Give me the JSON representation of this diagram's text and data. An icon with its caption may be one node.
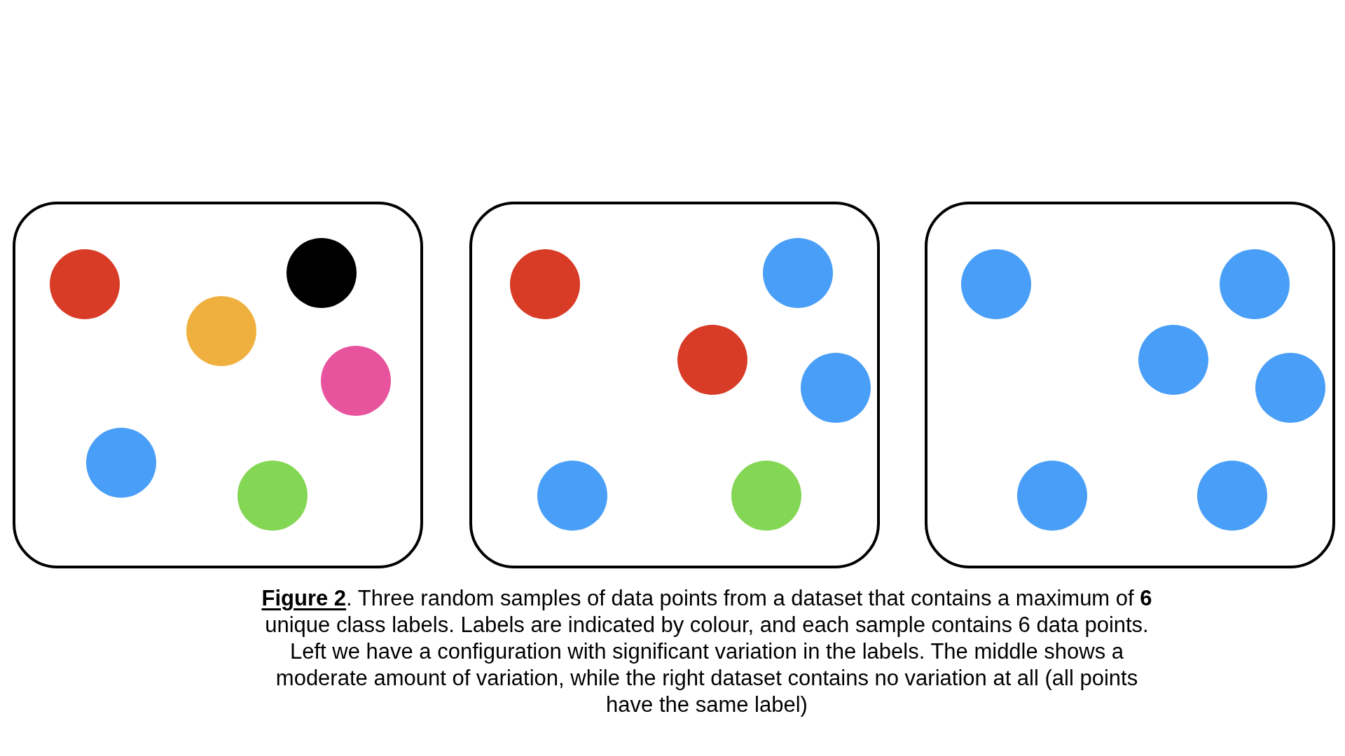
{
  "diagram": {
    "caption": "**Figure 2**. Three random samples of data points from a dataset that contains a maximum of **6** unique class labels. Labels are indicated by colour, and each sample contains 6 data points. Left we have a configuration with significant variation in the labels. The middle shows a moderate amount of variation, while the right dataset contains no variation at all (all points have the same label)",
    "nodes": [
      {
        "text": [],
        "shape": "box"
      },
      {
        "text": [],
        "shape": "circle",
        "in": 0
      },
      {
        "text": [],
        "shape": "circle",
        "in": 0
      },
      {
        "text": [],
        "shape": "circle",
        "in": 0
      },
      {
        "text": [],
        "shape": "circle",
        "in": 0
      },
      {
        "text": [],
        "shape": "circle",
        "in": 0
      },
      {
        "text": [],
        "shape": "circle",
        "in": 0
      },
      {
        "text": [],
        "shape": "box"
      },
      {
        "text": [],
        "shape": "circle",
        "in": 7
      },
      {
        "text": [],
        "shape": "circle",
        "in": 7
      },
      {
        "text": [],
        "shape": "circle",
        "in": 7
      },
      {
        "text": [],
        "shape": "circle",
        "in": 7
      },
      {
        "text": [],
        "shape": "circle",
        "in": 7
      },
      {
        "text": [],
        "shape": "circle",
        "in": 7
      },
      {
        "text": [],
        "shape": "box"
      },
      {
        "text": [],
        "shape": "circle",
        "in": 14
      },
      {
        "text": [],
        "shape": "circle",
        "in": 14
      },
      {
        "text": [],
        "shape": "circle",
        "in": 14
      },
      {
        "text": [],
        "shape": "circle",
        "in": 14
      },
      {
        "text": [],
        "shape": "circle",
        "in": 14
      },
      {
        "text": [],
        "shape": "circle",
        "in": 14
      }
    ]
  }
}
